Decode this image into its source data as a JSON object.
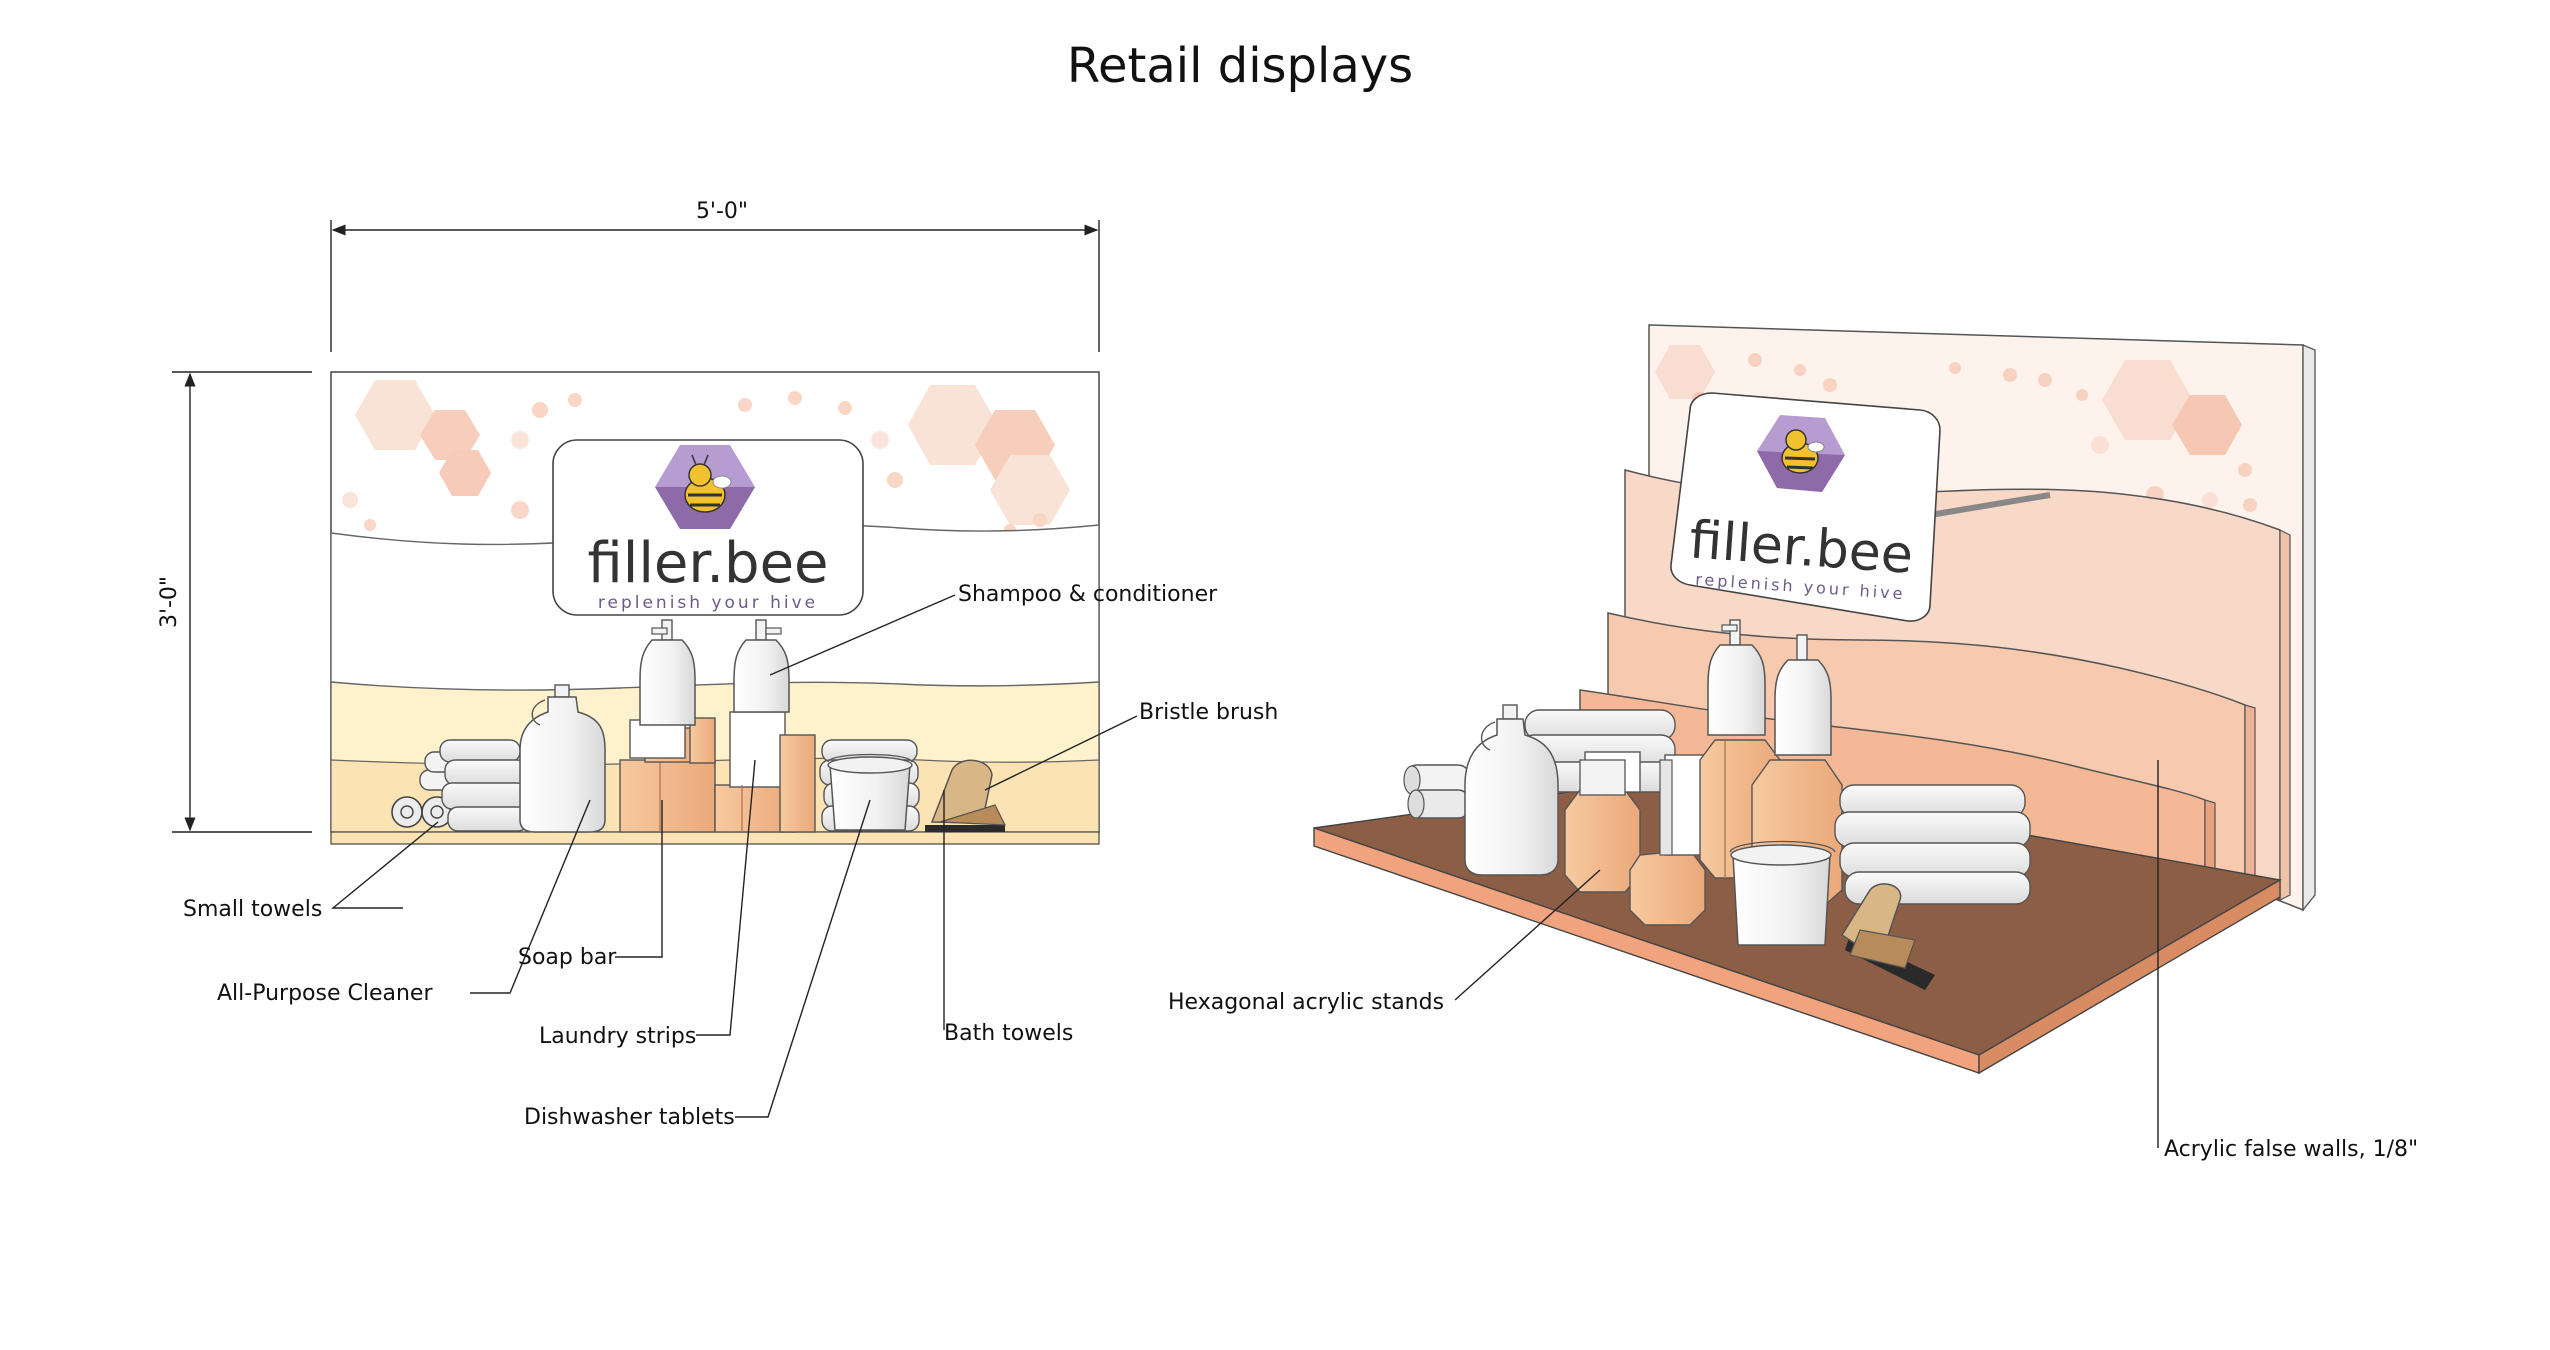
{
  "title": "Retail displays",
  "dimensions": {
    "width": "5'-0\"",
    "height": "3'-0\""
  },
  "brand": {
    "name": "filler.bee",
    "tagline": "replenish your hive"
  },
  "front_labels": {
    "shampoo": "Shampoo & conditioner",
    "brush": "Bristle brush",
    "small_towels": "Small towels",
    "soap": "Soap bar",
    "cleaner": "All-Purpose Cleaner",
    "laundry": "Laundry strips",
    "bath_towels": "Bath towels",
    "dishwasher": "Dishwasher tablets"
  },
  "iso_labels": {
    "stands": "Hexagonal acrylic stands",
    "walls": "Acrylic false walls, 1/8\""
  },
  "colors": {
    "accent_purple": "#8e6aa8",
    "bee_yellow": "#f2c12e",
    "wall_peach": "#f6c6a6",
    "wall_light": "#fbe9d8",
    "base_brown": "#8b5e45",
    "band_cream": "#fdf2cc",
    "band_sand": "#fbe3b4",
    "hex_pink": "#f9d9cc"
  }
}
